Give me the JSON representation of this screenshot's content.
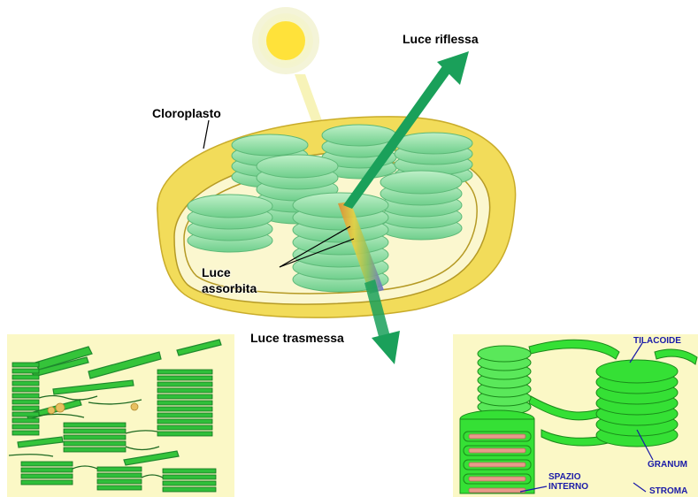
{
  "labels": {
    "reflected": "Luce riflessa",
    "chloroplast": "Cloroplasto",
    "absorbed_1": "Luce",
    "absorbed_2": "assorbita",
    "transmitted": "Luce trasmessa"
  },
  "inset_right": {
    "thylakoid": "TILACOIDE",
    "granum": "GRANUM",
    "space_1": "SPAZIO",
    "space_2": "INTERNO",
    "stroma": "STROMA"
  },
  "colors": {
    "membrane": "#f2dc5a",
    "stroma_fill": "#fbf7cf",
    "grana": "#7ed99a",
    "arrow": "#1aa05a",
    "inset_bg": "#fbf8c6",
    "inset_green": "#35e035",
    "label_blue": "#1a1aa8"
  }
}
